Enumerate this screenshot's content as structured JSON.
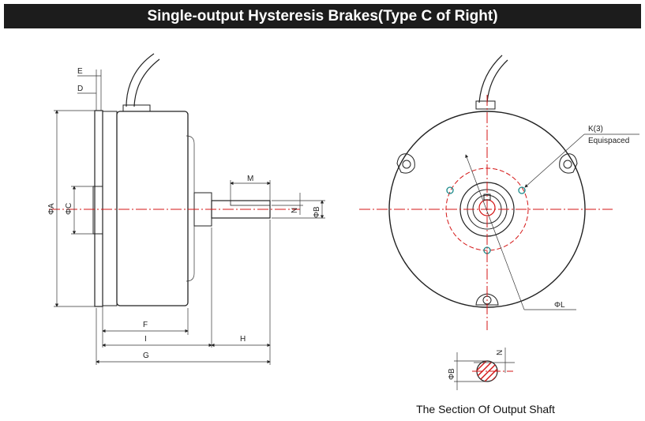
{
  "header": {
    "title": "Single-output Hysteresis Brakes(Type C of Right)"
  },
  "side_view": {
    "labels": {
      "E": "E",
      "D": "D",
      "A": "ΦA",
      "C": "ΦC",
      "M": "M",
      "N": "N",
      "B": "ΦB",
      "F": "F",
      "I": "I",
      "H": "H",
      "G": "G"
    }
  },
  "front_view": {
    "labels": {
      "K": "K(3)",
      "equispaced": "Equispaced",
      "L": "ΦL"
    }
  },
  "shaft_section": {
    "labels": {
      "N": "N",
      "B": "ΦB"
    },
    "caption": "The Section Of Output Shaft"
  },
  "colors": {
    "title_bg": "#1c1c1c",
    "centerline": "#d41414",
    "line": "#222222",
    "highlight": "#d41414"
  }
}
